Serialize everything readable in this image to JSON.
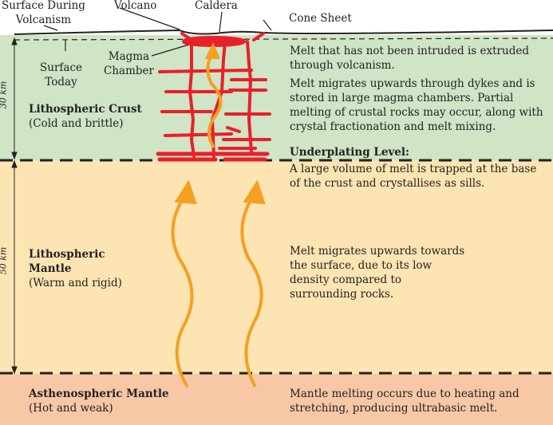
{
  "labels": {
    "surface_during": [
      "Surface During",
      "Volcanism"
    ],
    "volcano": "Volcano",
    "caldera": "Caldera",
    "cone_sheet": "Cone Sheet",
    "surface_today": [
      "Surface",
      "Today"
    ],
    "magma_chamber": [
      "Magma",
      "Chamber"
    ],
    "scale_crust": "30 km",
    "scale_mantle": "50 km"
  },
  "layers": [
    {
      "name": "Lithospheric Crust",
      "desc": "(Cold and brittle)",
      "color": "#d0e4c6"
    },
    {
      "name": "Lithospheric Mantle",
      "name2": "Mantle",
      "name1": "Lithospheric",
      "desc": "(Warm and rigid)",
      "color": "#fde4b3"
    },
    {
      "name": "Asthenospheric Mantle",
      "desc": "(Hot and weak)",
      "color": "#f8c8a6"
    }
  ],
  "notes": {
    "extruded": [
      "Melt that has not been intruded is extruded",
      "through volcanism."
    ],
    "migrates_dykes": [
      "Melt migrates upwards through dykes and is",
      "stored in large magma chambers. Partial",
      "melting of crustal rocks may occur, along with",
      "crystal fractionation and melt mixing."
    ],
    "underplating_title": "Underplating Level:",
    "underplating": [
      "A large volume of melt is trapped at the base",
      "of the crust and crystallises as sills."
    ],
    "mantle": [
      "Melt migrates upwards towards",
      "the surface, due to its low",
      "density compared to",
      "surrounding rocks."
    ],
    "astheno": [
      "Mantle melting occurs due to heating and",
      "stretching, producing ultrabasic melt."
    ]
  },
  "colors": {
    "magma": "#e8202a",
    "arrow": "#f5a020"
  }
}
